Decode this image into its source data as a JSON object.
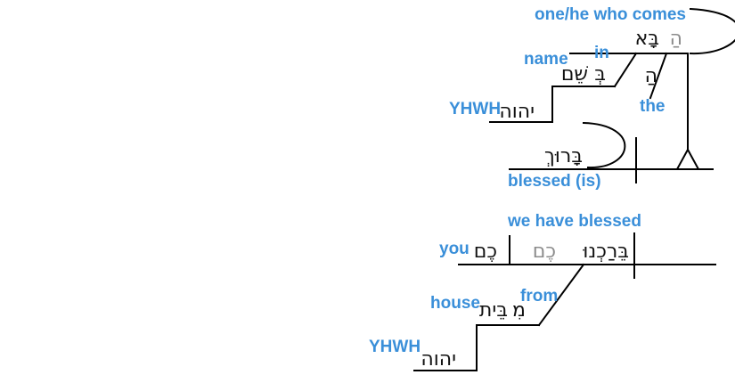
{
  "colors": {
    "gloss": "#3a8fd9",
    "hebrew": "#111111",
    "implied": "#8c8c8c",
    "line": "#000000"
  },
  "clause1": {
    "subject": {
      "gloss": "one/he who comes",
      "article_implied": "הַ",
      "participle": "בָּא"
    },
    "prep": {
      "gloss": "in",
      "hebrew": "בְּ"
    },
    "object": {
      "gloss": "name",
      "hebrew": "שֵׁם"
    },
    "genitive": {
      "gloss": "YHWH",
      "hebrew": "יהוה"
    },
    "article": {
      "gloss": "the",
      "hebrew": "הַ"
    },
    "predicate": {
      "gloss": "blessed (is)",
      "hebrew": "בָּרוּךְ"
    }
  },
  "clause2": {
    "verb": {
      "gloss": "we have blessed",
      "hebrew": "בֵּרַכְנוּ",
      "suffix_implied": "כֶם"
    },
    "object": {
      "gloss": "you",
      "hebrew": "כֶם"
    },
    "prep": {
      "gloss": "from",
      "hebrew": "מִ"
    },
    "object_prep": {
      "gloss": "house",
      "hebrew": "בֵּית"
    },
    "genitive": {
      "gloss": "YHWH",
      "hebrew": "יהוה"
    }
  }
}
